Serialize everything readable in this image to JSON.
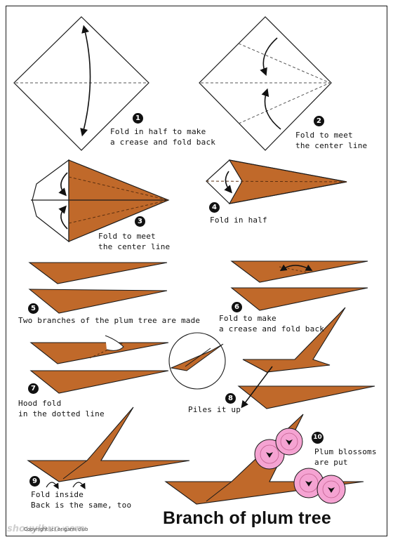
{
  "title": "Branch of plum tree",
  "watermark": "shouyihuo.com",
  "credit": "Copyright (c) origami club",
  "colors": {
    "paper": "#c0692a",
    "paper_dark": "#8a4a1c",
    "outline": "#1a1a1a",
    "blossom": "#f5a3d2",
    "blossom_center": "#111111"
  },
  "steps": [
    {
      "number": "1",
      "line1": "Fold in half to make",
      "line2": "a crease and fold back"
    },
    {
      "number": "2",
      "line1": "Fold to meet",
      "line2": "the center line"
    },
    {
      "number": "3",
      "line1": "Fold to meet",
      "line2": "the center line"
    },
    {
      "number": "4",
      "line1": "Fold in half",
      "line2": ""
    },
    {
      "number": "5",
      "line1": "Two branches of the plum tree are made",
      "line2": ""
    },
    {
      "number": "6",
      "line1": "Fold to make",
      "line2": "a crease and fold back"
    },
    {
      "number": "7",
      "line1": "Hood fold",
      "line2": "in the dotted line"
    },
    {
      "number": "8",
      "line1": "Piles it up",
      "line2": ""
    },
    {
      "number": "9",
      "line1": "Fold inside",
      "line2": "Back is the same, too"
    },
    {
      "number": "10",
      "line1": "Plum blossoms",
      "line2": "are put"
    }
  ]
}
